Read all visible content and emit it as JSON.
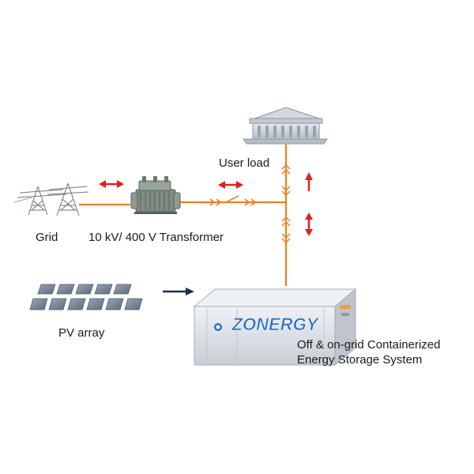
{
  "labels": {
    "user_load": "User load",
    "grid": "Grid",
    "transformer": "10 kV/ 400 V Transformer",
    "pv_array": "PV array",
    "ess_line1": "Off & on-grid Containerized",
    "ess_line2": "Energy Storage System"
  },
  "container_logo": "ZONERGY",
  "colors": {
    "power_line": "#f07f1f",
    "arrow_red": "#e02020",
    "arrow_navy": "#1d2d52",
    "container": "#d9dde3",
    "container_dark": "#b9bfc8",
    "logo_blue": "#2a6fc4"
  },
  "icons": {
    "grid": "transmission-tower-icon",
    "transformer": "transformer-icon",
    "user_load": "building-icon",
    "pv_array": "solar-panel-icon",
    "ess": "storage-container-icon",
    "switch": "switch-icon"
  }
}
